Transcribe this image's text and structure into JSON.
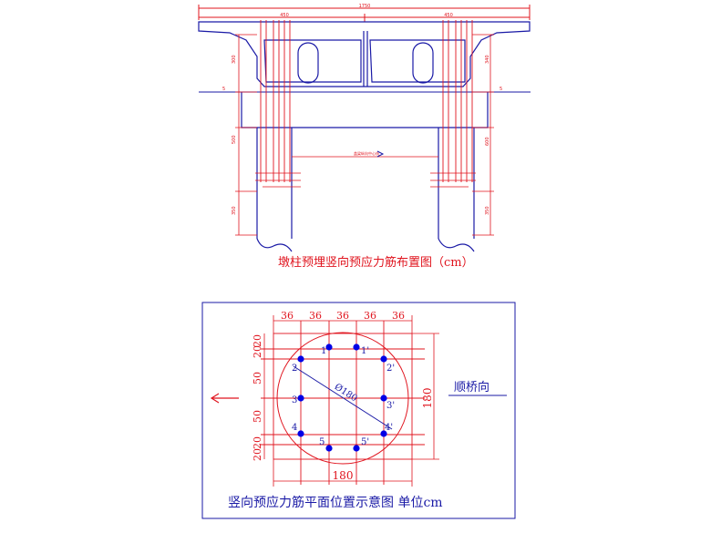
{
  "colors": {
    "structure": "#1a1aa6",
    "tendon": "#e0141e",
    "dimension": "#e0141e",
    "dot": "#0000e6"
  },
  "elevation": {
    "caption": "墩柱预埋竖向预应力筋布置图（cm）",
    "dims": {
      "top_total": "1750",
      "top_left": "450",
      "top_right": "450",
      "left_a": "300",
      "right_a": "340",
      "left_b": "500",
      "right_b": "600",
      "left_c": "350",
      "right_c": "350",
      "mark_left": "5",
      "mark_right": "5"
    },
    "center_note": "盖梁纵向中心线"
  },
  "plan": {
    "caption": "竖向预应力筋平面位置示意图 单位cm",
    "top_dims": [
      "36",
      "36",
      "36",
      "36",
      "36"
    ],
    "left_dims": [
      "20",
      "20",
      "50",
      "50",
      "20",
      "20"
    ],
    "bottom_dim": "180",
    "right_dim": "180",
    "diameter_label": "Ø180",
    "direction_label": "顺桥向",
    "tendons_left": [
      "1",
      "2",
      "3",
      "4",
      "5"
    ],
    "tendons_right": [
      "1'",
      "2'",
      "3'",
      "4'",
      "5'"
    ]
  }
}
